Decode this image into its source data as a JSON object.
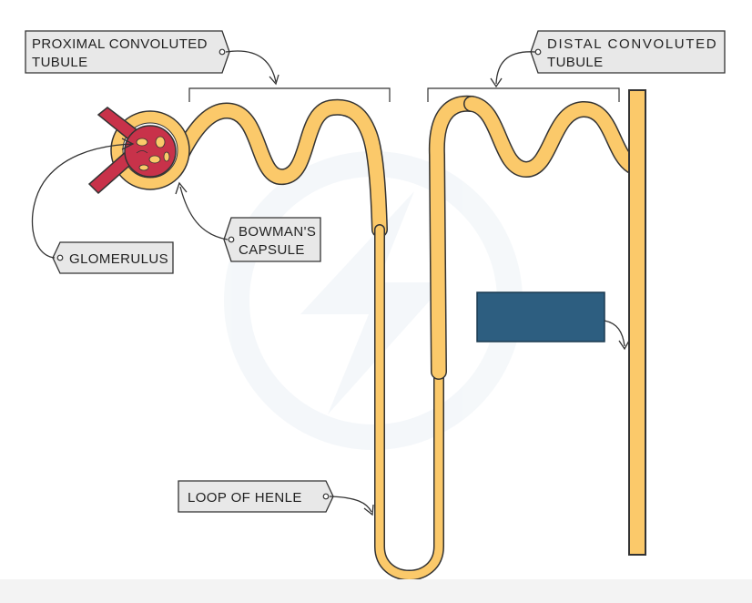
{
  "labels": {
    "proximal_line1": "PROXIMAL CONVOLUTED",
    "proximal_line2": "TUBULE",
    "distal_line1": "DISTAL CONVOLUTED",
    "distal_line2": "TUBULE",
    "bowman_line1": "BOWMAN'S",
    "bowman_line2": "CAPSULE",
    "glomerulus": "GLOMERULUS",
    "loop_of_henle": "LOOP OF HENLE"
  },
  "colors": {
    "tubule": "#fbc96a",
    "glomerulus": "#c8324a",
    "hidden_label_box": "#2d5e80",
    "tag_fill": "#e8e8e8",
    "footer_bar": "#f3f3f3"
  }
}
